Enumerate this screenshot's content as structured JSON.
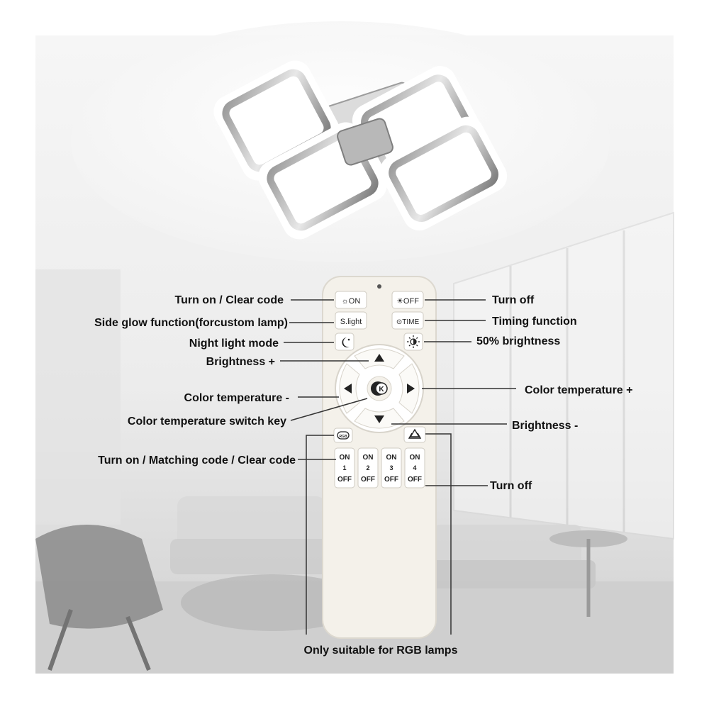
{
  "remote": {
    "buttons": {
      "on": "☼ON",
      "off": "☀OFF",
      "slight": "S.light",
      "time": "⊙TIME",
      "night_icon": "moon-star",
      "half_icon": "half-sun",
      "up_icon": "triangle-up",
      "down_icon": "triangle-down",
      "left_icon": "triangle-left",
      "right_icon": "triangle-right",
      "center": "K",
      "rgb_on": "RGB",
      "rgb_off_icon": "recycle",
      "zones": [
        {
          "on": "ON",
          "num": "1",
          "off": "OFF"
        },
        {
          "on": "ON",
          "num": "2",
          "off": "OFF"
        },
        {
          "on": "ON",
          "num": "3",
          "off": "OFF"
        },
        {
          "on": "ON",
          "num": "4",
          "off": "OFF"
        }
      ]
    }
  },
  "labels": {
    "turn_on_clear": "Turn on / Clear code",
    "turn_off": "Turn off",
    "side_glow": "Side glow function(forcustom lamp)",
    "timing": "Timing function",
    "night_light": "Night light mode",
    "half_brightness": "50% brightness",
    "brightness_plus": "Brightness +",
    "color_temp_minus": "Color temperature -",
    "color_temp_plus": "Color temperature +",
    "color_temp_switch": "Color temperature switch key",
    "brightness_minus": "Brightness -",
    "turn_on_matching": "Turn on / Matching code / Clear code",
    "turn_off_zone": "Turn off",
    "rgb_only": "Only suitable for RGB lamps"
  },
  "colors": {
    "label_text": "#111111",
    "leader_line": "#333333",
    "remote_body": "#f4f1ea",
    "key_face": "#ffffff",
    "background_photo": "#e9e9e9"
  }
}
